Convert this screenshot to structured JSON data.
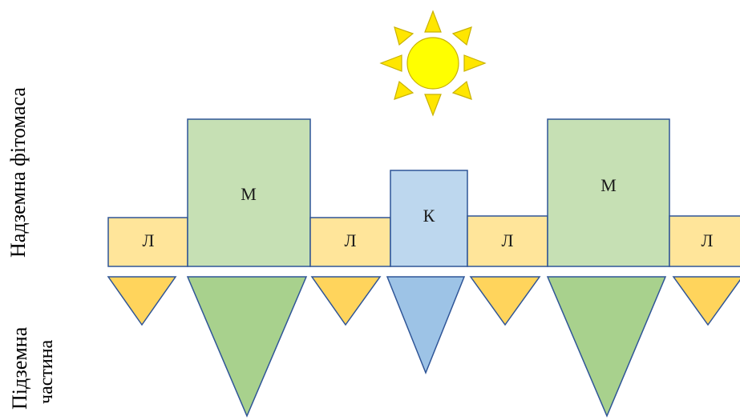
{
  "labels": {
    "above": "Надземна фітомаса",
    "below_line1": "Підземна",
    "below_line2": "частина"
  },
  "blocks": {
    "l": "Л",
    "m": "М",
    "k": "К"
  },
  "colors": {
    "l_fill": "#FFE59A",
    "l_root": "#FFD45C",
    "m_fill": "#C6E0B4",
    "m_root": "#A8D18D",
    "k_fill": "#BDD7EE",
    "k_root": "#9DC3E6",
    "outline": "#2F5597",
    "sun": "#FFFF00",
    "sun_ray": "#FFE600",
    "sun_outline": "#C9B200"
  }
}
